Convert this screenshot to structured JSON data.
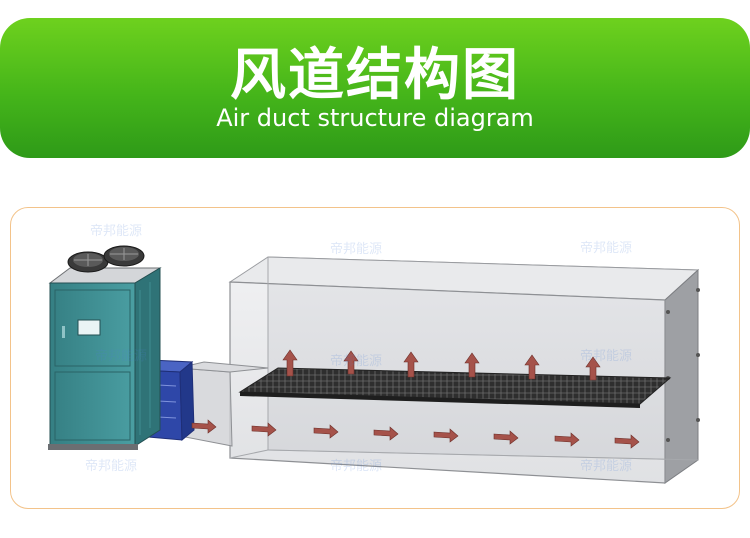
{
  "header": {
    "title_cn": "风道结构图",
    "title_en": "Air duct structure diagram"
  },
  "colors": {
    "banner_green": "#45b51a",
    "frame_border": "#f3c38a",
    "unit_teal": "#3e8f92",
    "connector_blue": "#2e47a8",
    "arrow_red": "#a5524a",
    "shelf_dark": "#3a3a3a"
  },
  "diagram": {
    "watermark_logo": "帝邦能源"
  }
}
